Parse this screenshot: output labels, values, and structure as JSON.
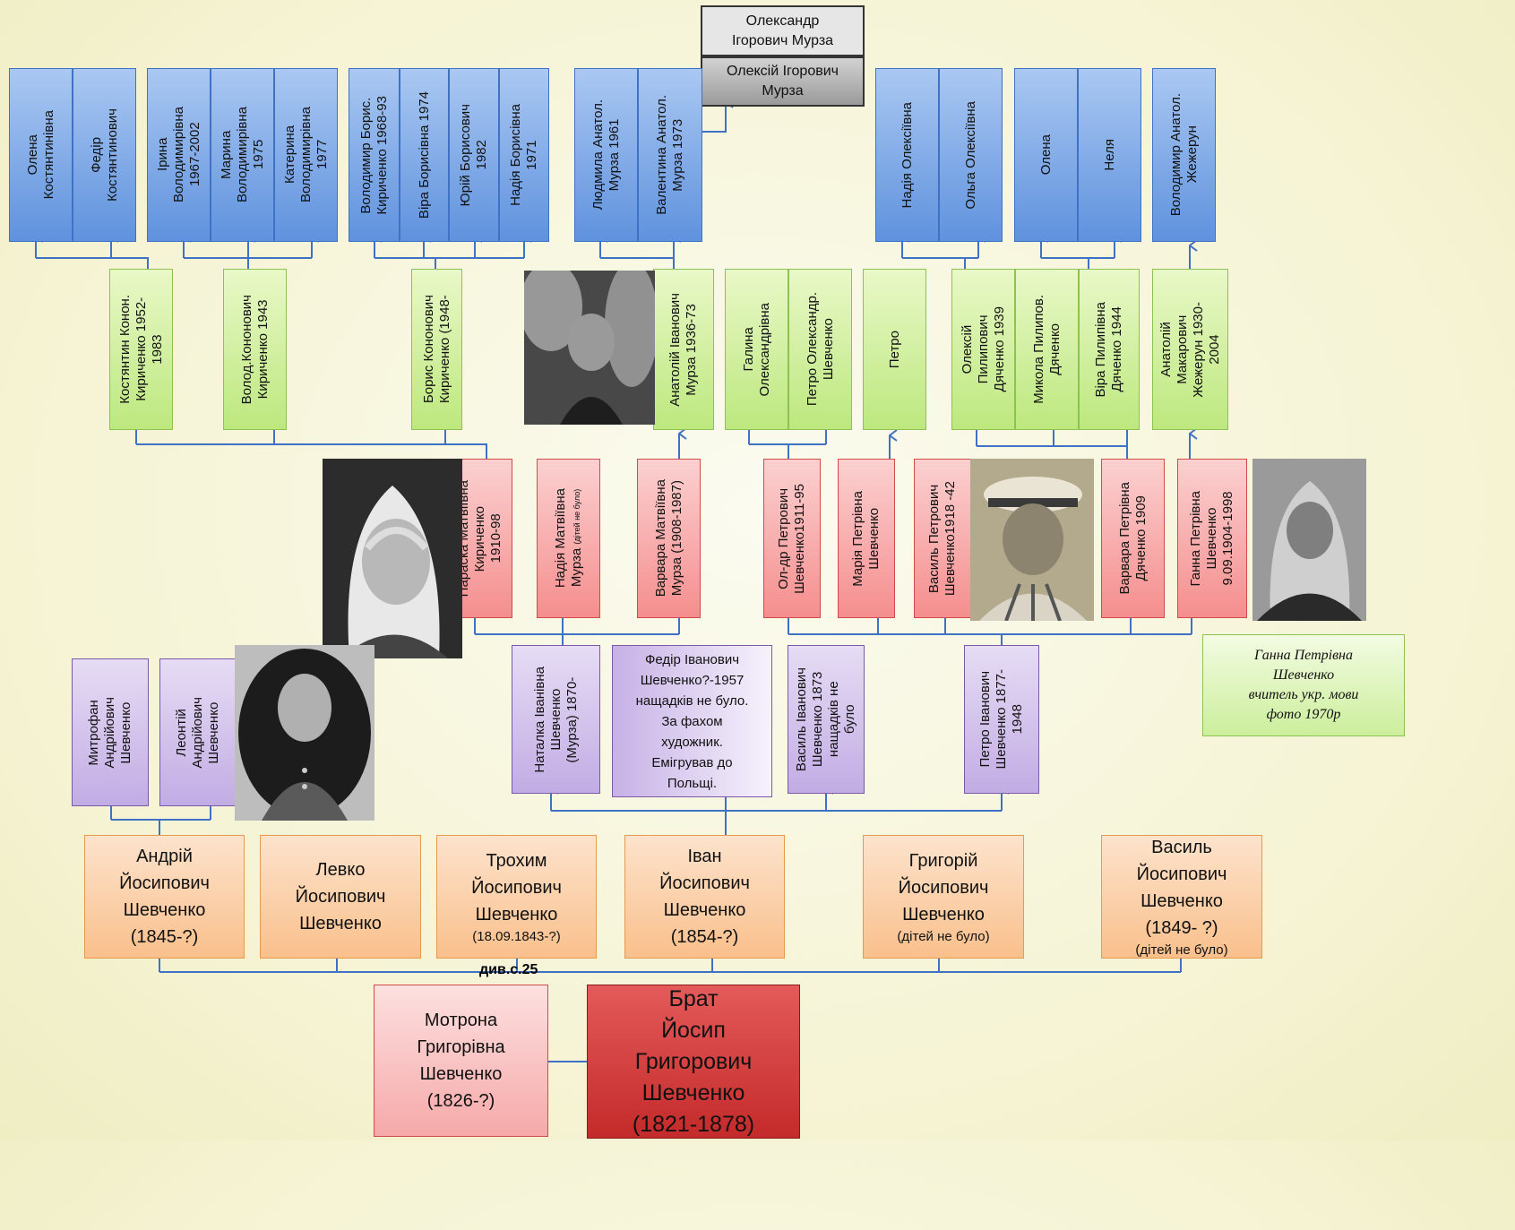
{
  "ref_label": "див.с.25",
  "note": "Ганна Петрівна\nШевченко\nвчитель укр. мови\nфото 1970р",
  "top": {
    "murza_aleksandr": "Олександр\nІгорович Мурза",
    "murza_oleksiy": "Олексій Ігорович\nМурза"
  },
  "row1": [
    "Олена\nКостянтинівна",
    "Федір\nКостянтинович",
    "Ірина\nВолодимирівна\n1967-2002",
    "Марина\nВолодимирівна\n1975",
    "Катерина\nВолодимирівна\n1977",
    "Володимир Борис.\nКириченко 1968-93",
    "Віра  Борисівна 1974",
    "Юрій Борисович\n1982",
    "Надія  Борисівна\n1971",
    "Людмила  Анатол.\nМурза 1961",
    "Валентина Анатол.\nМурза   1973",
    "Надія Олексіївна",
    "Ольга Олексіївна",
    "Олена",
    "Неля",
    "Володимир  Анатол.\nЖежерун"
  ],
  "row2": [
    "Костянтин  Конон.\nКириченко 1952-\n1983",
    "Волод.Кононович\nКириченко 1943",
    "Борис Кононович\nКириченко (1948-",
    "Анатолій Іванович\nМурза 1936-73",
    "Галина\nОлександрівна",
    "Петро Олександр.\nШевченко",
    "Петро",
    "Олексій\nПилипович\nДяченко 1939",
    "Микола  Пилипов.\nДяченко",
    "Віра Пилипівна\nДяченко  1944",
    "Анатолій\nМакарович\nЖежерун 1930-\n2004"
  ],
  "row3": [
    "Параска Матвіївна\nКириченко\n1910-98",
    "Надія Матвіївна\nМурза",
    "Варвара Матвіївна\nМурза (1908-1987)",
    "Ол-др Петрович\nШевченко1911-95",
    "Марія Петрівна\nШевченко",
    "Василь Петрович\nШевченко1918 -42",
    "Варвара Петрівна\nДяченко 1909",
    "Ганна Петрівна\nШевченко\n9.09.1904-1998"
  ],
  "row3_small": "(дітей не було)",
  "row4": [
    "Митрофан\nАндрійович\nШевченко",
    "Леонтій\nАндрійович\nШевченко",
    "Наталка Іванівна\nШевченко\n(Мурза) 1870-",
    "Федір Іванович\nШевченко?-1957\nнащадків не було.\nЗа фахом\nхудожник.\nЕмігрував до\nПольщі.",
    "Василь  Іванович\nШевченко 1873\nнащадків не\nбуло",
    "Петро  Іванович\nШевченко 1877-\n1948"
  ],
  "row5": [
    {
      "main": "Андрій\nЙосипович\nШевченко\n(1845-?)",
      "sub": ""
    },
    {
      "main": "Левко\nЙосипович\nШевченко",
      "sub": ""
    },
    {
      "main": "Трохим\nЙосипович\nШевченко",
      "sub": "(18.09.1843-?)"
    },
    {
      "main": "Іван\nЙосипович\nШевченко\n(1854-?)",
      "sub": ""
    },
    {
      "main": "Григорій\nЙосипович\nШевченко",
      "sub": "(дітей не було)"
    },
    {
      "main": "Василь\nЙосипович\nШевченко\n(1849- ?)",
      "sub": "(дітей не було)"
    }
  ],
  "root": {
    "motrona": "Мотрона\nГригорівна\nШевченко\n(1826-?)",
    "josyp": "Брат\nЙосип\nГригорович\nШевченко\n(1821-1878)"
  }
}
